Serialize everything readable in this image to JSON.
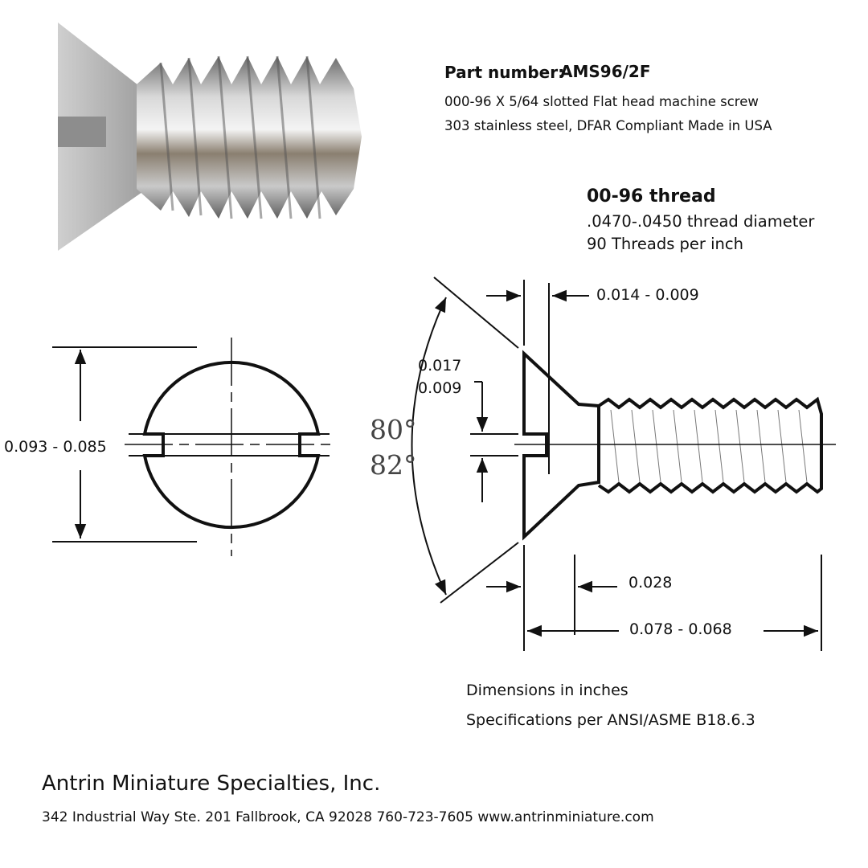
{
  "part": {
    "label": "Part number:",
    "number": "AMS96/2F",
    "description": "000-96 X 5/64 slotted Flat head machine screw",
    "material": "303 stainless steel, DFAR Compliant   Made in USA"
  },
  "thread": {
    "title": "00-96 thread",
    "diameter": ".0470-.0450 thread diameter",
    "tpi": "90 Threads per inch"
  },
  "dimensions": {
    "head_diameter": "0.093 - 0.085",
    "slot_width": "0.014 - 0.009",
    "slot_depth_max": "0.017",
    "slot_depth_min": "0.009",
    "angle_min": "80°",
    "angle_max": "82°",
    "head_height": "0.028",
    "length": "0.078 - 0.068"
  },
  "notes": {
    "units": "Dimensions in inches",
    "spec": "Specifications per ANSI/ASME B18.6.3"
  },
  "company": {
    "name": "Antrin Miniature Specialties, Inc.",
    "address": "342 Industrial Way Ste. 201 Fallbrook, CA  92028  760-723-7605   www.antrinminiature.com"
  }
}
